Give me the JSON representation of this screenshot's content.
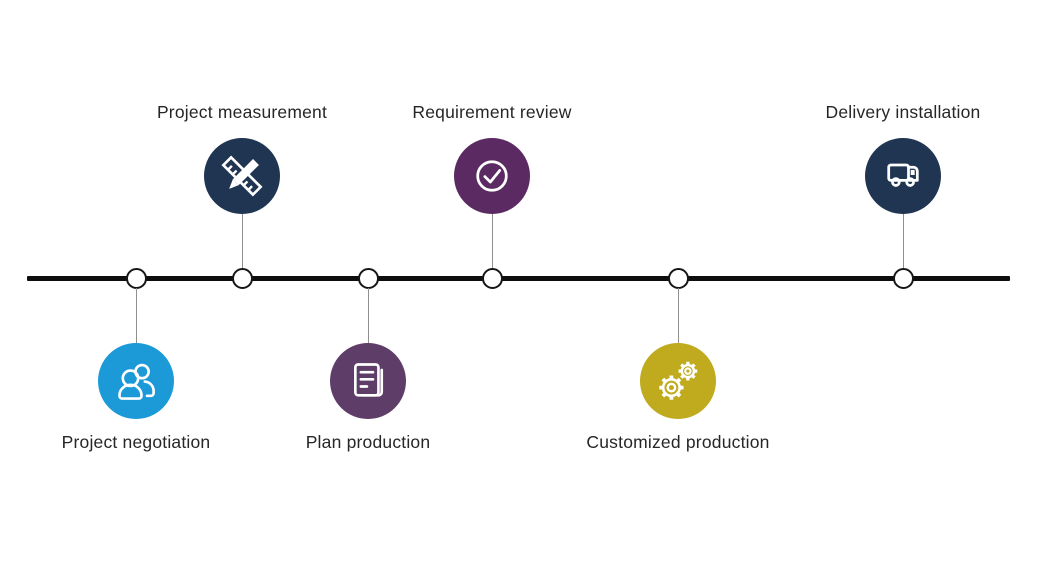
{
  "diagram": {
    "type": "process-timeline",
    "line_color": "#0e0e0e",
    "milestones": [
      {
        "label": "Project negotiation",
        "position": "below",
        "icon": "users-icon",
        "color": "#1b9ad7"
      },
      {
        "label": "Project measurement",
        "position": "above",
        "icon": "ruler-pencil-icon",
        "color": "#203551"
      },
      {
        "label": "Plan production",
        "position": "below",
        "icon": "document-icon",
        "color": "#5e3d69"
      },
      {
        "label": "Requirement review",
        "position": "above",
        "icon": "check-circle-icon",
        "color": "#5c2a63"
      },
      {
        "label": "Customized production",
        "position": "below",
        "icon": "gears-icon",
        "color": "#bfab1d"
      },
      {
        "label": "Delivery installation",
        "position": "above",
        "icon": "truck-icon",
        "color": "#203551"
      }
    ]
  }
}
